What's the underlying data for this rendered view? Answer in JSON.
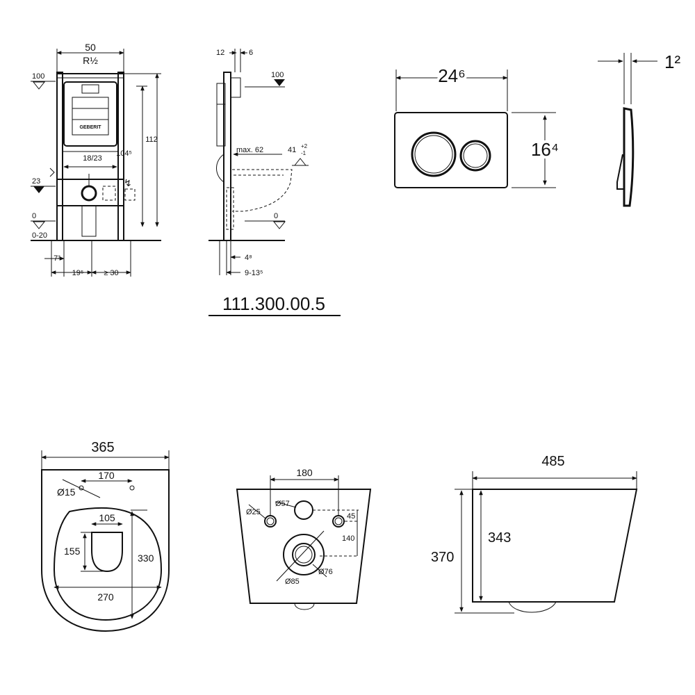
{
  "model_number": "111.300.00.5",
  "frame_front": {
    "width": "50",
    "connection": "R½",
    "level_top": "100",
    "level_mid": "23",
    "level_zero": "0",
    "floor_range": "0-20",
    "height_total": "112",
    "height_inner": "104⁵",
    "outlet": "18/23",
    "bottom_left": "7³",
    "bottom_mid": "19⁵",
    "bottom_right": "≥ 30",
    "brand": "GEBERIT"
  },
  "frame_side": {
    "depth_a": "12",
    "depth_b": "6",
    "level_top": "100",
    "level_zero": "0",
    "max_label": "max. 62",
    "offset": "41",
    "tol_plus": "+2",
    "tol_minus": "-1",
    "bottom_a": "4⁸",
    "bottom_b": "9-13⁵"
  },
  "flush_plate": {
    "width": "24⁶",
    "height": "16⁴",
    "thickness": "1²"
  },
  "bowl_top": {
    "width": "365",
    "hole_spacing": "170",
    "hole_diameter": "Ø15",
    "opening_width": "105",
    "opening_depth": "155",
    "inner_length": "330",
    "inner_width": "270"
  },
  "bowl_back": {
    "hole_spacing": "180",
    "d25": "Ø25",
    "d57": "Ø57",
    "d85": "Ø85",
    "d76": "Ø76",
    "v45": "45",
    "v140": "140"
  },
  "bowl_side": {
    "length": "485",
    "height": "370",
    "height_inner": "343"
  }
}
